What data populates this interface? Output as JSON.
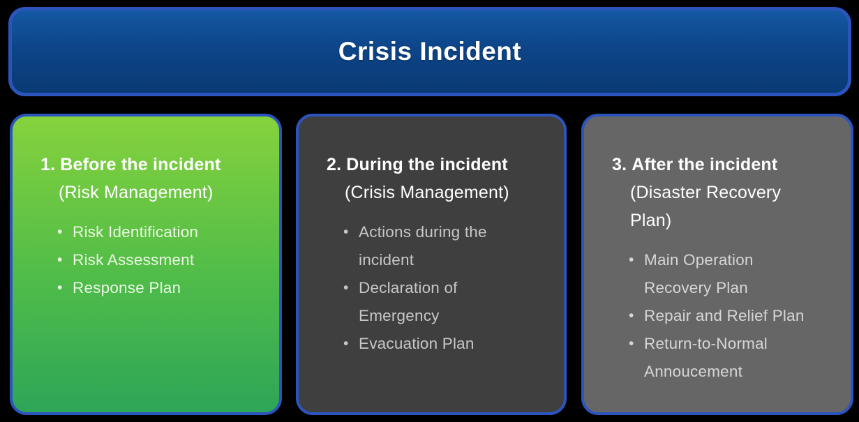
{
  "header": {
    "title": "Crisis Incident"
  },
  "cards": [
    {
      "number": "1.",
      "title": "Before the incident",
      "subtitle": "(Risk Management)",
      "bullets": [
        "Risk Identification",
        "Risk Assessment",
        "Response Plan"
      ]
    },
    {
      "number": "2.",
      "title": "During the incident",
      "subtitle": "(Crisis Management)",
      "bullets": [
        "Actions during the incident",
        "Declaration of Emergency",
        "Evacuation Plan"
      ]
    },
    {
      "number": "3.",
      "title": "After the incident",
      "subtitle": "(Disaster Recovery Plan)",
      "bullets": [
        "Main Operation Recovery Plan",
        "Repair and Relief Plan",
        "Return-to-Normal Annoucement"
      ]
    }
  ],
  "colors": {
    "page_background": "#000000",
    "border_blue": "#2b55bd",
    "header_gradient_top": "#1458a4",
    "header_gradient_bottom": "#093a74",
    "card1_gradient_top": "#86d23c",
    "card1_gradient_bottom": "#2ea558",
    "card2_background": "#3f3f3f",
    "card3_background": "#666666",
    "title_text": "#ffffff",
    "bullet_text_green_card": "#ecf7e4",
    "bullet_text_dark_card": "#c7c7c7",
    "bullet_text_gray_card": "#d6d6d6"
  }
}
